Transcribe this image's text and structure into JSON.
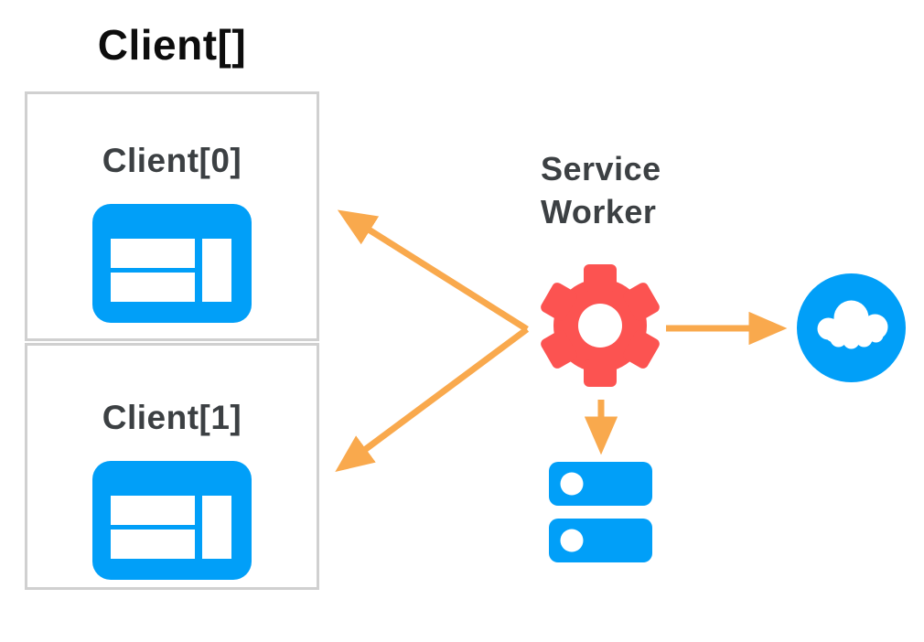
{
  "diagram": {
    "title": "Client[]",
    "clients": [
      {
        "label": "Client[0]"
      },
      {
        "label": "Client[1]"
      }
    ],
    "service_worker": {
      "label": "Service Worker"
    },
    "icons": {
      "client": "browser-window-icon",
      "service_worker": "gear-icon",
      "network": "cloud-icon",
      "storage": "server-stack-icon"
    },
    "arrows": [
      {
        "name": "service-worker-to-client-0",
        "direction": "to-upper-left"
      },
      {
        "name": "service-worker-to-client-1",
        "direction": "to-lower-left"
      },
      {
        "name": "service-worker-to-network",
        "direction": "to-right"
      },
      {
        "name": "service-worker-to-storage",
        "direction": "down"
      }
    ],
    "colors": {
      "blue": "#019FF8",
      "red": "#FC5351",
      "orange": "#F9A94D",
      "title": "#0D0D0D",
      "label": "#3C4043",
      "border": "#D0D0D0",
      "background": "#FFFFFF"
    }
  }
}
